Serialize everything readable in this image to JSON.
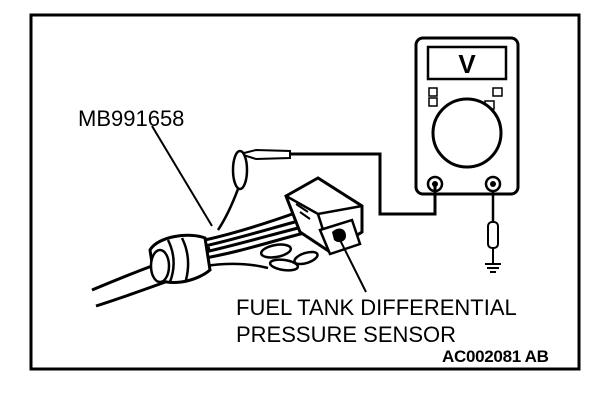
{
  "labels": {
    "tool": "MB991658",
    "sensor_line1": "FUEL TANK DIFFERENTIAL",
    "sensor_line2": "PRESSURE SENSOR",
    "figure_code": "AC002081 AB"
  },
  "meter": {
    "display_glyph": "V"
  },
  "colors": {
    "ink": "#000000",
    "paper": "#ffffff"
  }
}
